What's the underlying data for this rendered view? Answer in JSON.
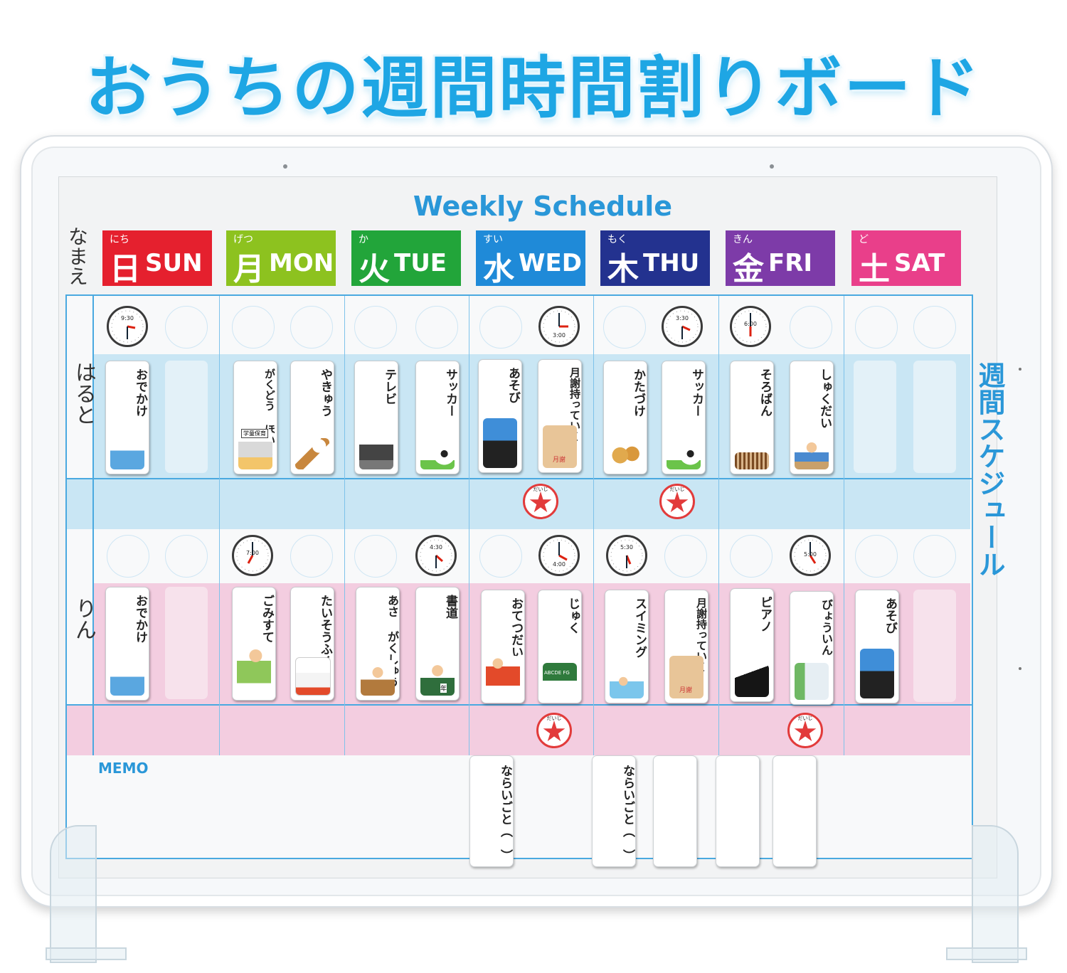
{
  "headline": "おうちの週間時間割りボード",
  "board": {
    "title": "Weekly Schedule",
    "name_header": "なまえ",
    "side_label": "週間スケジュール",
    "memo_label": "MEMO",
    "children": [
      "はると",
      "りん"
    ]
  },
  "days": [
    {
      "furigana": "にち",
      "kanji": "日",
      "en": "SUN",
      "color": "#e5202e"
    },
    {
      "furigana": "げつ",
      "kanji": "月",
      "en": "MON",
      "color": "#8dc21f"
    },
    {
      "furigana": "か",
      "kanji": "火",
      "en": "TUE",
      "color": "#22a53a"
    },
    {
      "furigana": "すい",
      "kanji": "水",
      "en": "WED",
      "color": "#1f8ad8"
    },
    {
      "furigana": "もく",
      "kanji": "木",
      "en": "THU",
      "color": "#23328f"
    },
    {
      "furigana": "きん",
      "kanji": "金",
      "en": "FRI",
      "color": "#7d3ba8"
    },
    {
      "furigana": "ど",
      "kanji": "土",
      "en": "SAT",
      "color": "#e93f8a"
    }
  ],
  "clocks": {
    "haruto": [
      "9:30",
      "3:00",
      "3:30",
      "6:00"
    ],
    "rin": [
      "7:00",
      "4:30",
      "4:00",
      "5:30",
      "5:00"
    ]
  },
  "cards": {
    "haruto": [
      "おでかけ",
      "がくどう ほいく",
      "やきゅう",
      "テレビ",
      "サッカー",
      "あそび",
      "月謝持っていく",
      "かたづけ",
      "サッカー",
      "そろばん",
      "しゅくだい"
    ],
    "rin": [
      "おでかけ",
      "ごみすて",
      "たいそうふく",
      "あさ がくしゅう",
      "書道",
      "おてつだい",
      "じゅく",
      "スイミング",
      "月謝持っていく",
      "ピアノ",
      "びょういん",
      "あそび"
    ]
  },
  "card_labels": {
    "school_sign": "学童保育",
    "blackboard": "ABCDE FG",
    "envelope": "月謝",
    "calligraphy": "年"
  },
  "badge_text": "だいじ",
  "lesson_cards": [
    "ならいごと（　）",
    "ならいごと（　）"
  ],
  "colors": {
    "accent": "#2a97d8",
    "haruto_band": "#c9e6f4",
    "rin_band": "#f3cde0",
    "slot_empty": "#e8f3f9"
  }
}
